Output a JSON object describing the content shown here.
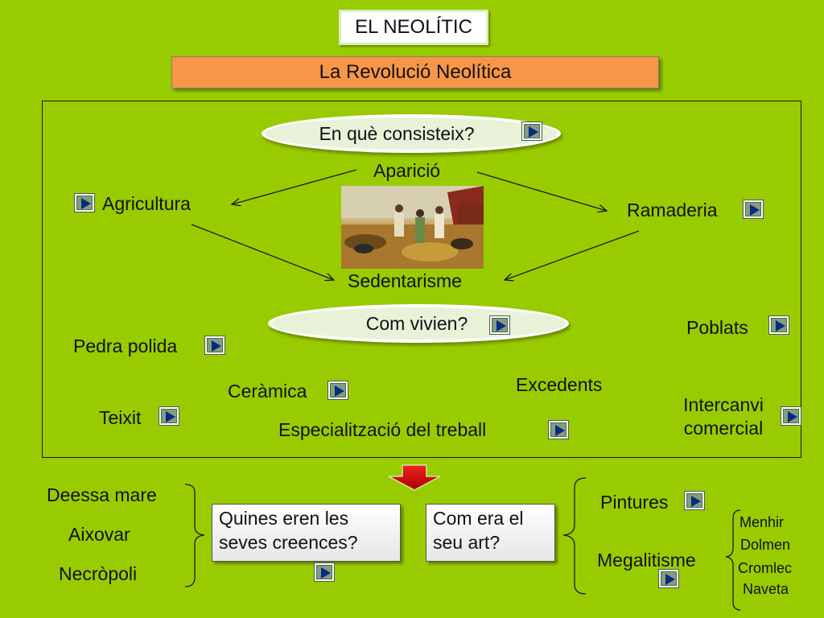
{
  "title": "EL NEOLÍTIC",
  "subtitle": "La Revolució Neolítica",
  "ovals": {
    "consists": "En què consisteix?",
    "lived": "Com vivien?"
  },
  "concepts": {
    "appearance": "Aparició",
    "agriculture": "Agricultura",
    "livestock": "Ramaderia",
    "sedentarism": "Sedentarisme"
  },
  "aspects": {
    "polished_stone": "Pedra polida",
    "villages": "Poblats",
    "pottery": "Ceràmica",
    "surplus": "Excedents",
    "weaving": "Teixit",
    "trade_line1": "Intercanvi",
    "trade_line2": "comercial",
    "specialization": "Especialització del treball"
  },
  "beliefs": {
    "items": [
      "Deessa mare",
      "Aixovar",
      "Necròpoli"
    ],
    "question": "Quines eren les seves creences?"
  },
  "art": {
    "question": "Com era el seu art?",
    "paintings": "Pintures",
    "megalithism": "Megalitisme",
    "megaliths": [
      "Menhir",
      "Dolmen",
      "Cromlec",
      "Naveta"
    ]
  },
  "colors": {
    "background": "#99cc00",
    "subtitle_fill": "#f79646",
    "down_arrow": "#cc0000"
  }
}
